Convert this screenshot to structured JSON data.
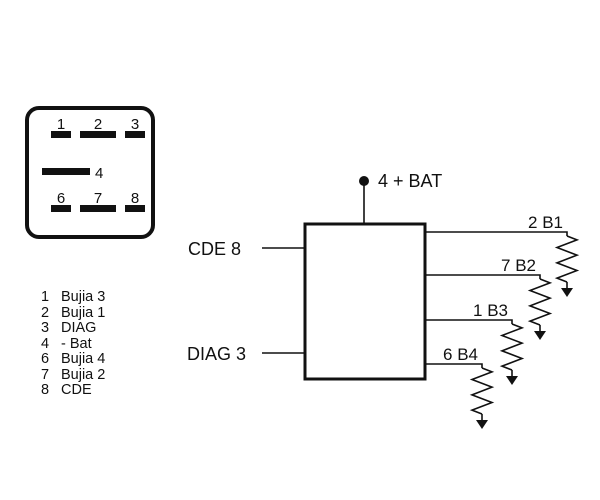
{
  "connector": {
    "pins_top": [
      "1",
      "2",
      "3"
    ],
    "pin_middle": "4",
    "pins_bottom": [
      "6",
      "7",
      "8"
    ]
  },
  "legend": [
    {
      "num": "1",
      "label": "Bujia 3"
    },
    {
      "num": "2",
      "label": "Bujia 1"
    },
    {
      "num": "3",
      "label": "DIAG"
    },
    {
      "num": "4",
      "label": "- Bat"
    },
    {
      "num": "6",
      "label": "Bujia 4"
    },
    {
      "num": "7",
      "label": "Bujia 2"
    },
    {
      "num": "8",
      "label": "CDE"
    }
  ],
  "schematic": {
    "power_label": "4 + BAT",
    "inputs": [
      "CDE 8",
      "DIAG 3"
    ],
    "outputs": [
      "2 B1",
      "7 B2",
      "1 B3",
      "6 B4"
    ]
  },
  "colors": {
    "ink": "#111111",
    "background": "#ffffff"
  }
}
